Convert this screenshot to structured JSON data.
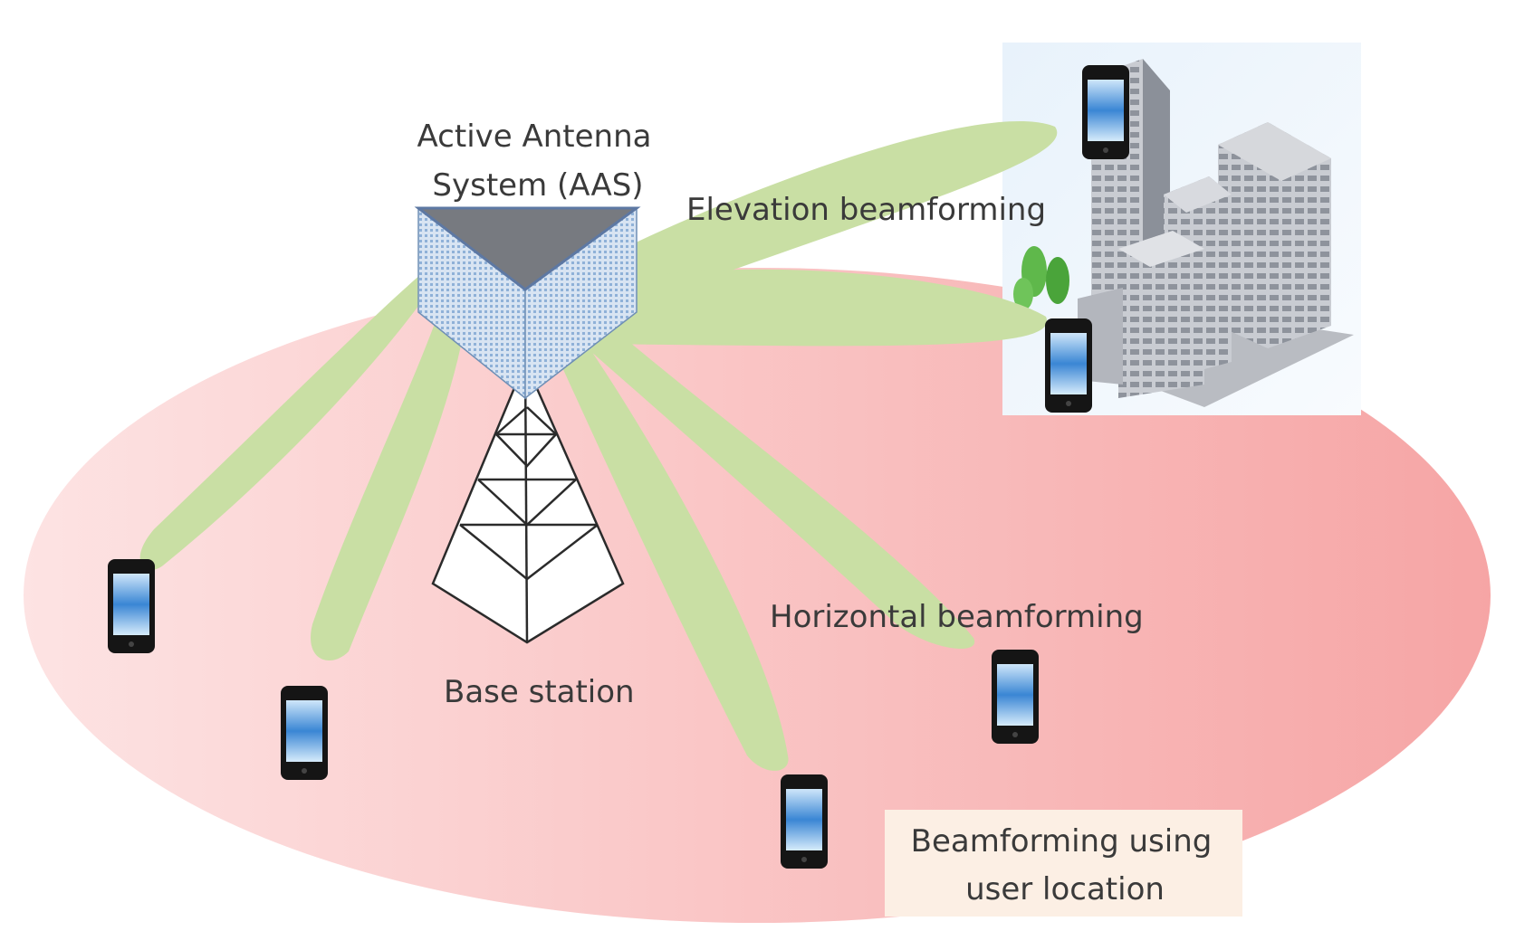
{
  "labels": {
    "aas_line1": "Active Antenna",
    "aas_line2": "System (AAS)",
    "elevation": "Elevation beamforming",
    "horizontal": "Horizontal beamforming",
    "base_station": "Base station",
    "location_line1": "Beamforming using",
    "location_line2": "user location"
  },
  "colors": {
    "coverage_left": "#fde2e2",
    "coverage_right": "#f6a9a9",
    "beam": "#c9dfa4",
    "text": "#3a3a3a",
    "label_box": "#fcefe4",
    "phone_body": "#151515",
    "phone_screen": "#3a86d4",
    "antenna_top": "#7a7a7a",
    "antenna_panel": "#b9cde6",
    "building": "#a4a8b0"
  },
  "icons": [
    "base-station-tower-icon",
    "antenna-panel-icon",
    "smartphone-icon",
    "office-buildings-icon",
    "tree-icon"
  ]
}
